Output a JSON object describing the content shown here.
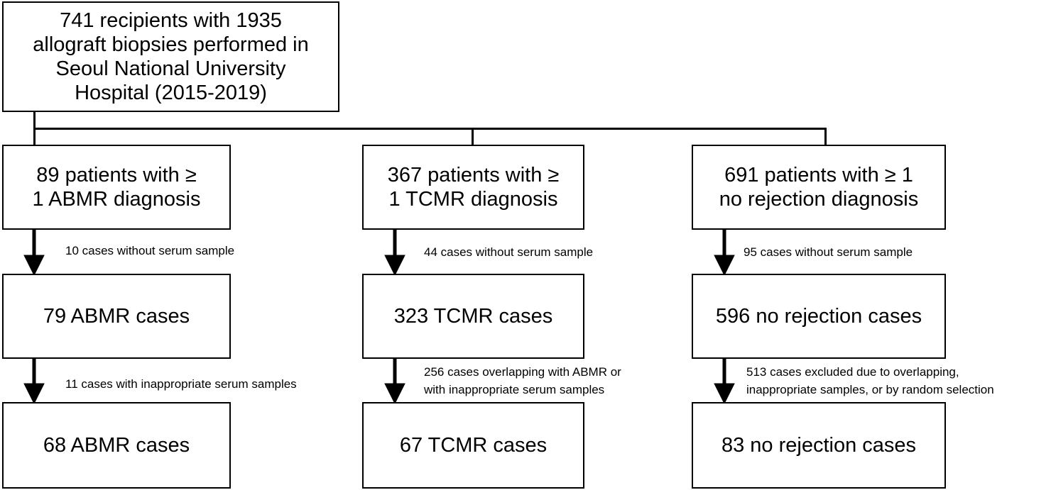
{
  "top_box": "741 recipients with 1935 allograft biopsies performed in Seoul National University Hospital (2015-2019)",
  "top_lines": [
    "741 recipients with 1935",
    "allograft biopsies performed in",
    "Seoul National University",
    "Hospital (2015-2019)"
  ],
  "columns": [
    {
      "diagnosis": [
        "89 patients with ≥",
        "1 ABMR diagnosis"
      ],
      "note1": "10 cases without serum sample",
      "cases": "79 ABMR cases",
      "note2": [
        "11 cases with inappropriate serum samples"
      ],
      "final": "68 ABMR cases"
    },
    {
      "diagnosis": [
        "367 patients with ≥",
        "1 TCMR diagnosis"
      ],
      "note1": "44 cases without serum sample",
      "cases": "323 TCMR cases",
      "note2": [
        "256 cases overlapping with ABMR or",
        "with inappropriate serum samples"
      ],
      "final": "67 TCMR cases"
    },
    {
      "diagnosis": [
        "691 patients with ≥ 1",
        "no rejection diagnosis"
      ],
      "note1": "95 cases without serum sample",
      "cases": "596 no rejection cases",
      "note2": [
        "513 cases excluded due to overlapping,",
        "inappropriate samples, or by random selection"
      ],
      "final": "83 no rejection cases"
    }
  ]
}
